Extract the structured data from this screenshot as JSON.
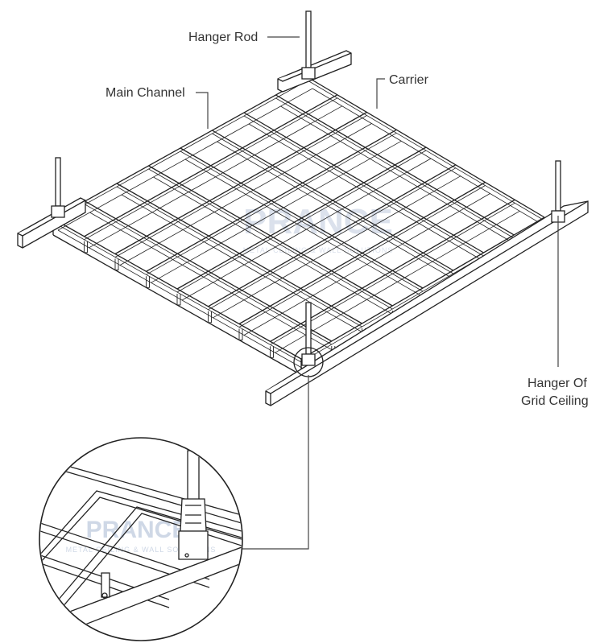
{
  "labels": {
    "hanger_rod": "Hanger Rod",
    "main_channel": "Main Channel",
    "carrier": "Carrier",
    "hanger_of_grid_ceiling_line1": "Hanger Of",
    "hanger_of_grid_ceiling_line2": "Grid Ceiling"
  },
  "watermark": {
    "brand": "PRANCE",
    "tagline": "METAL CEILING & WALL SOLUTIONS",
    "detail_tagline": "METAL CEILING & WALL SOLUTIONS"
  },
  "grid": {
    "cells_per_side": 8
  },
  "colors": {
    "line": "#222222",
    "leader": "#444444",
    "watermark": "#cfd8e6",
    "background": "#ffffff"
  }
}
